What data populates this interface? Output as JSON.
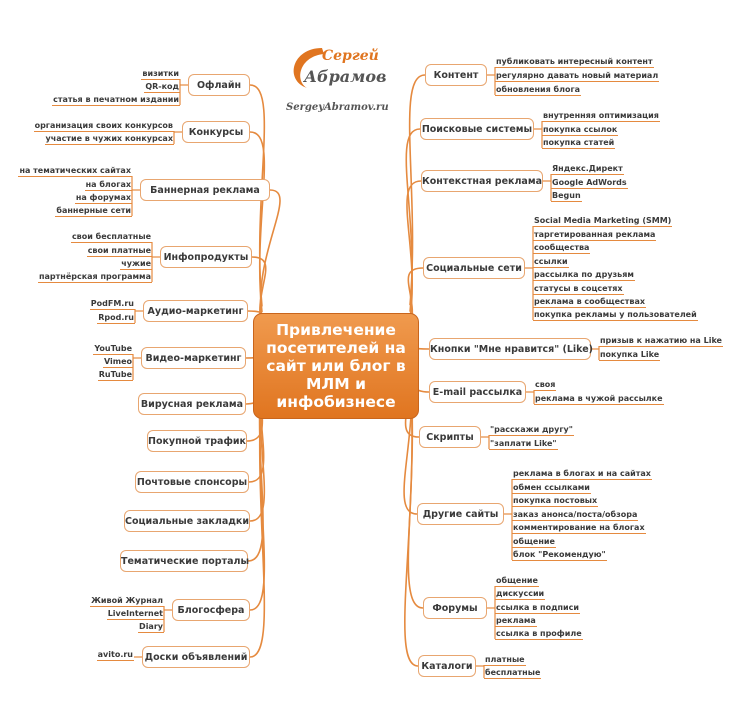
{
  "logo": {
    "line1": "Сергей",
    "line2": "Абрамов",
    "site": "SergeyAbramov.ru"
  },
  "center": {
    "title": "Привлечение посетителей на сайт или блог в МЛМ и инфобизнесе"
  },
  "colors": {
    "accent": "#e07520",
    "line": "#e58a3f",
    "border": "#e8a670",
    "text": "#3a3a3a"
  },
  "left_branches": [
    {
      "label": "Офлайн",
      "children": [
        "визитки",
        "QR-код",
        "статья в печатном издании"
      ]
    },
    {
      "label": "Конкурсы",
      "children": [
        "организация своих конкурсов",
        "участие в чужих конкурсах"
      ]
    },
    {
      "label": "Баннерная реклама",
      "children": [
        "на тематических сайтах",
        "на блогах",
        "на форумах",
        "баннерные сети"
      ]
    },
    {
      "label": "Инфопродукты",
      "children": [
        "свои бесплатные",
        "свои платные",
        "чужие",
        "партнёрская программа"
      ]
    },
    {
      "label": "Аудио-маркетинг",
      "children": [
        "PodFM.ru",
        "Rpod.ru"
      ]
    },
    {
      "label": "Видео-маркетинг",
      "children": [
        "YouTube",
        "Vimeo",
        "RuTube"
      ]
    },
    {
      "label": "Вирусная реклама",
      "children": []
    },
    {
      "label": "Покупной трафик",
      "children": []
    },
    {
      "label": "Почтовые спонсоры",
      "children": []
    },
    {
      "label": "Социальные закладки",
      "children": []
    },
    {
      "label": "Тематические порталы",
      "children": []
    },
    {
      "label": "Блогосфера",
      "children": [
        "Живой Журнал",
        "LiveInternet",
        "Diary"
      ]
    },
    {
      "label": "Доски объявлений",
      "children": [
        "avito.ru"
      ]
    }
  ],
  "right_branches": [
    {
      "label": "Контент",
      "children": [
        "публиковать интересный контент",
        "регулярно давать новый материал",
        "обновления блога"
      ]
    },
    {
      "label": "Поисковые системы",
      "children": [
        "внутренняя оптимизация",
        "покупка ссылок",
        "покупка статей"
      ]
    },
    {
      "label": "Контекстная реклама",
      "children": [
        "Яндекс.Директ",
        "Google AdWords",
        "Begun"
      ]
    },
    {
      "label": "Социальные сети",
      "children": [
        "Social Media Marketing (SMM)",
        "таргетированная реклама",
        "сообщества",
        "ссылки",
        "рассылка по друзьям",
        "статусы в соцсетях",
        "реклама в сообществах",
        "покупка рекламы у пользователей"
      ]
    },
    {
      "label": "Кнопки \"Мне нравится\" (Like)",
      "children": [
        "призыв к нажатию на Like",
        "покупка Like"
      ]
    },
    {
      "label": "E-mail рассылка",
      "children": [
        "своя",
        "реклама в чужой рассылке"
      ]
    },
    {
      "label": "Скрипты",
      "children": [
        "\"расскажи другу\"",
        "\"заплати Like\""
      ]
    },
    {
      "label": "Другие сайты",
      "children": [
        "реклама в блогах и на сайтах",
        "обмен ссылками",
        "покупка постовых",
        "заказ анонса/поста/обзора",
        "комментирование на блогах",
        "общение",
        "блок \"Рекомендую\""
      ]
    },
    {
      "label": "Форумы",
      "children": [
        "общение",
        "дискуссии",
        "ссылка в подписи",
        "реклама",
        "ссылка в профиле"
      ]
    },
    {
      "label": "Каталоги",
      "children": [
        "платные",
        "бесплатные"
      ]
    }
  ]
}
